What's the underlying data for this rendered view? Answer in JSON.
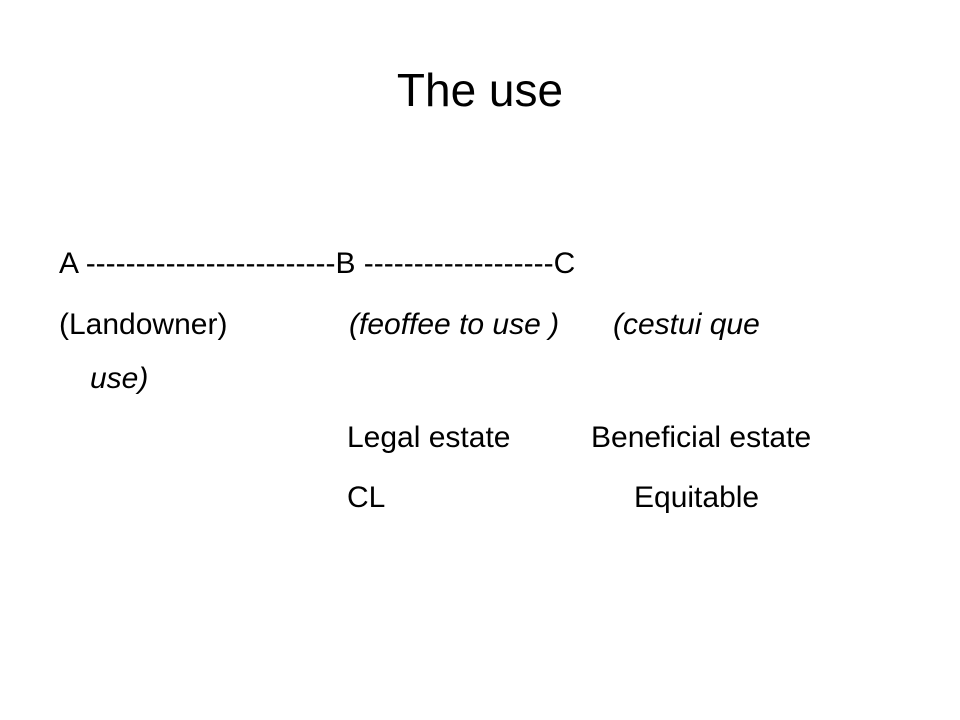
{
  "slide": {
    "title": "The use",
    "relation_line": "A -------------------------B -------------------C",
    "landowner_label": "(Landowner)",
    "feoffee_label": "(feoffee to use )",
    "cestui_label_part1": "(cestui que",
    "cestui_label_part2": "use)",
    "legal_estate": "Legal estate",
    "beneficial_estate": "Beneficial estate",
    "cl": "CL",
    "equitable": "Equitable"
  },
  "colors": {
    "background": "#ffffff",
    "text": "#000000"
  }
}
